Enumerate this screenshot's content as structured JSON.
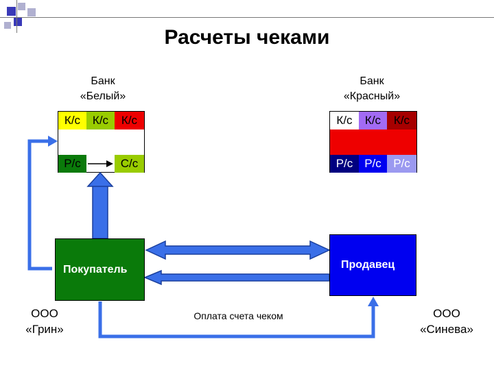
{
  "title": "Расчеты чеками",
  "bank_left": {
    "line1": "Банк",
    "line2": "«Белый»"
  },
  "bank_right": {
    "line1": "Банк",
    "line2": "«Красный»"
  },
  "left_bank": {
    "top_cells": [
      "К/с",
      "К/с",
      "К/с"
    ],
    "bottom_cells": [
      "Р/с",
      "С/с"
    ]
  },
  "right_bank": {
    "top_cells": [
      "К/с",
      "К/с",
      "К/с"
    ],
    "bottom_cells": [
      "Р/с",
      "Р/с",
      "Р/с"
    ]
  },
  "buyer": {
    "label": "Покупатель",
    "company_line1": "ООО",
    "company_line2": "«Грин»"
  },
  "seller": {
    "label": "Продавец",
    "company_line1": "ООО",
    "company_line2": "«Синева»"
  },
  "payment_label": "Оплата счета чеком",
  "colors": {
    "buyer_green": "#0a7a0a",
    "seller_blue": "#0000f0",
    "arrow_blue": "#3a6fe8",
    "red_bank": "#ee0000",
    "yellow": "#ffff00",
    "lime": "#99cc00",
    "purple": "#a26bf5",
    "lilac": "#9b99f0",
    "maroon": "#a60000"
  }
}
